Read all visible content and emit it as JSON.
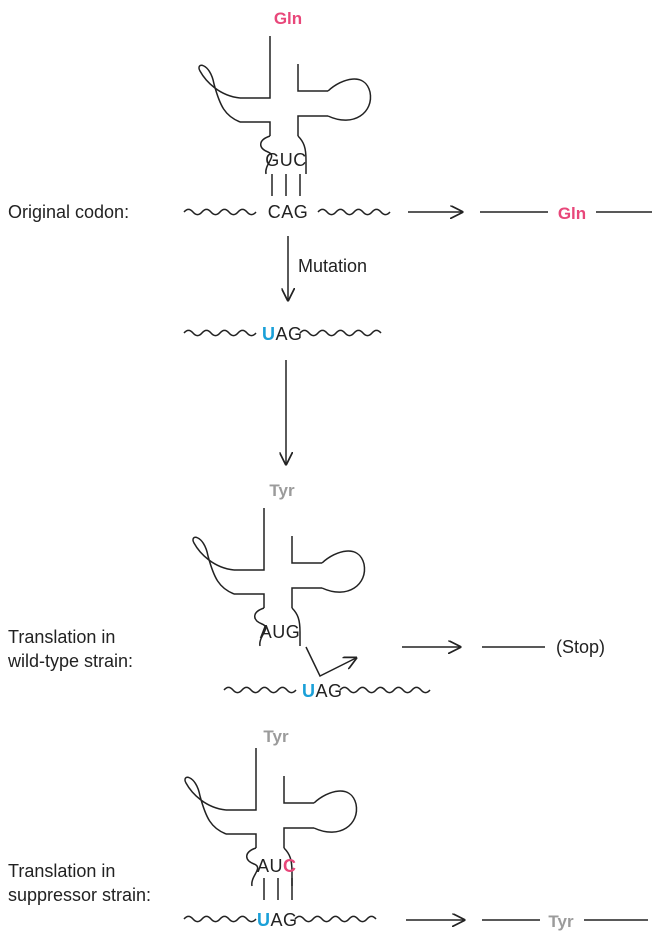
{
  "colors": {
    "ink": "#222222",
    "gln": "#e8477a",
    "tyr": "#9b9b9b",
    "mutation_u": "#1aa0d8",
    "suppressor_c": "#e8477a"
  },
  "top_trna": {
    "amino_acid": "Gln",
    "anticodon": "GUC"
  },
  "original": {
    "label": "Original codon:",
    "codon": "CAG",
    "product": "Gln"
  },
  "mutation_label": "Mutation",
  "mutated_mrna": {
    "first_base": "U",
    "rest": "AG"
  },
  "wild_type": {
    "label_line1": "Translation in",
    "label_line2": "wild-type strain:",
    "amino_acid": "Tyr",
    "anticodon": "AUG",
    "mrna_first": "U",
    "mrna_rest": "AG",
    "product": "(Stop)"
  },
  "suppressor": {
    "label_line1": "Translation in",
    "label_line2": "suppressor strain:",
    "amino_acid": "Tyr",
    "anticodon_prefix": "AU",
    "anticodon_mutant": "C",
    "mrna_first": "U",
    "mrna_rest": "AG",
    "product": "Tyr"
  }
}
